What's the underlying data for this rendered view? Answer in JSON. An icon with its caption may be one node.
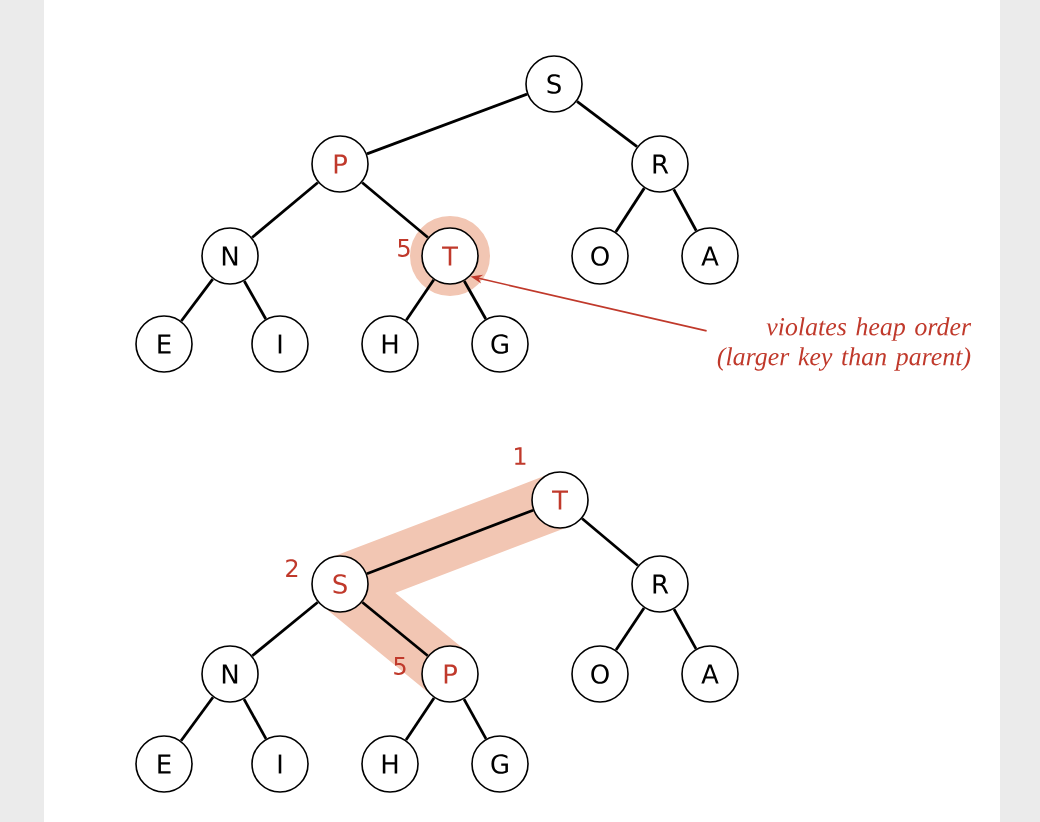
{
  "diagram": {
    "nodes": [
      {
        "text": [
          "S"
        ]
      },
      {
        "text": [
          "P"
        ]
      },
      {
        "text": [
          "R"
        ]
      },
      {
        "text": [
          "N"
        ]
      },
      {
        "text": [
          "T"
        ],
        "beside": [
          "5"
        ]
      },
      {
        "text": [
          "O"
        ]
      },
      {
        "text": [
          "A"
        ]
      },
      {
        "text": [
          "E"
        ]
      },
      {
        "text": [
          "I"
        ]
      },
      {
        "text": [
          "H"
        ]
      },
      {
        "text": [
          "G"
        ]
      },
      {
        "text": [
          "violates heap order (larger key than parent)"
        ]
      },
      {
        "text": [
          "T"
        ],
        "beside": [
          "1"
        ]
      },
      {
        "text": [
          "S"
        ],
        "beside": [
          "2"
        ]
      },
      {
        "text": [
          "R"
        ]
      },
      {
        "text": [
          "N"
        ]
      },
      {
        "text": [
          "P"
        ],
        "beside": [
          "5"
        ]
      },
      {
        "text": [
          "O"
        ]
      },
      {
        "text": [
          "A"
        ]
      },
      {
        "text": [
          "E"
        ]
      },
      {
        "text": [
          "I"
        ]
      },
      {
        "text": [
          "H"
        ]
      },
      {
        "text": [
          "G"
        ]
      }
    ],
    "edges": [
      {
        "from": 0,
        "to": 1,
        "arrow": "none"
      },
      {
        "from": 0,
        "to": 2,
        "arrow": "none"
      },
      {
        "from": 1,
        "to": 3,
        "arrow": "none"
      },
      {
        "from": 1,
        "to": 4,
        "arrow": "none"
      },
      {
        "from": 2,
        "to": 5,
        "arrow": "none"
      },
      {
        "from": 2,
        "to": 6,
        "arrow": "none"
      },
      {
        "from": 3,
        "to": 7,
        "arrow": "none"
      },
      {
        "from": 3,
        "to": 8,
        "arrow": "none"
      },
      {
        "from": 4,
        "to": 9,
        "arrow": "none"
      },
      {
        "from": 4,
        "to": 10,
        "arrow": "none"
      },
      {
        "from": 11,
        "to": 4,
        "arrow": "to",
        "color": "#c0392b"
      },
      {
        "from": 12,
        "to": 13,
        "arrow": "none"
      },
      {
        "from": 12,
        "to": 14,
        "arrow": "none"
      },
      {
        "from": 13,
        "to": 15,
        "arrow": "none"
      },
      {
        "from": 13,
        "to": 16,
        "arrow": "none"
      },
      {
        "from": 14,
        "to": 17,
        "arrow": "none"
      },
      {
        "from": 14,
        "to": 18,
        "arrow": "none"
      },
      {
        "from": 15,
        "to": 19,
        "arrow": "none"
      },
      {
        "from": 15,
        "to": 20,
        "arrow": "none"
      },
      {
        "from": 16,
        "to": 21,
        "arrow": "none"
      },
      {
        "from": 16,
        "to": 22,
        "arrow": "none"
      }
    ]
  }
}
